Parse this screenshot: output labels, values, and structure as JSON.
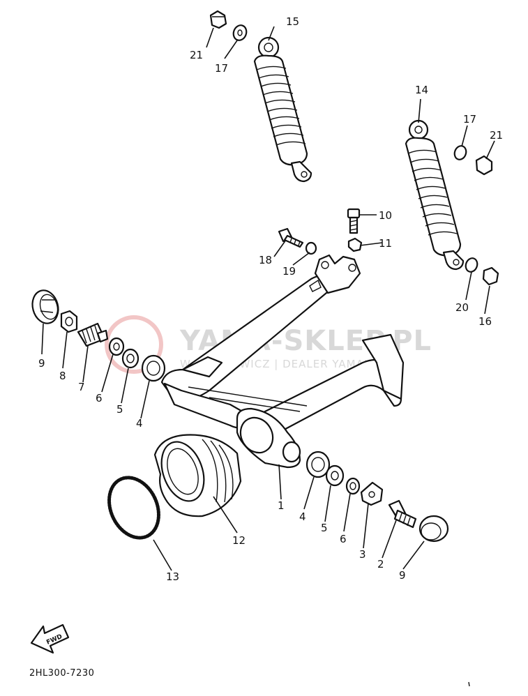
{
  "diagram_code": "2HL300-7230",
  "watermark": {
    "title": "YAMA-SKLEP.PL",
    "subtitle": "W. BUCHOWICZ | DEALER YAMAHA"
  },
  "fwd_label": "FWD",
  "callouts": [
    {
      "id": "c15",
      "text": "15"
    },
    {
      "id": "c21a",
      "text": "21"
    },
    {
      "id": "c17a",
      "text": "17"
    },
    {
      "id": "c14",
      "text": "14"
    },
    {
      "id": "c17b",
      "text": "17"
    },
    {
      "id": "c21b",
      "text": "21"
    },
    {
      "id": "c10",
      "text": "10"
    },
    {
      "id": "c11",
      "text": "11"
    },
    {
      "id": "c18",
      "text": "18"
    },
    {
      "id": "c19",
      "text": "19"
    },
    {
      "id": "c20",
      "text": "20"
    },
    {
      "id": "c16",
      "text": "16"
    },
    {
      "id": "c9a",
      "text": "9"
    },
    {
      "id": "c8",
      "text": "8"
    },
    {
      "id": "c7",
      "text": "7"
    },
    {
      "id": "c6a",
      "text": "6"
    },
    {
      "id": "c5a",
      "text": "5"
    },
    {
      "id": "c4a",
      "text": "4"
    },
    {
      "id": "c1",
      "text": "1"
    },
    {
      "id": "c4b",
      "text": "4"
    },
    {
      "id": "c5b",
      "text": "5"
    },
    {
      "id": "c6b",
      "text": "6"
    },
    {
      "id": "c3",
      "text": "3"
    },
    {
      "id": "c2",
      "text": "2"
    },
    {
      "id": "c9b",
      "text": "9"
    },
    {
      "id": "c12",
      "text": "12"
    },
    {
      "id": "c13",
      "text": "13"
    }
  ],
  "colors": {
    "line": "#111111",
    "watermark": "#d8d8d8",
    "watermark_logo": "#f2c6c6"
  }
}
